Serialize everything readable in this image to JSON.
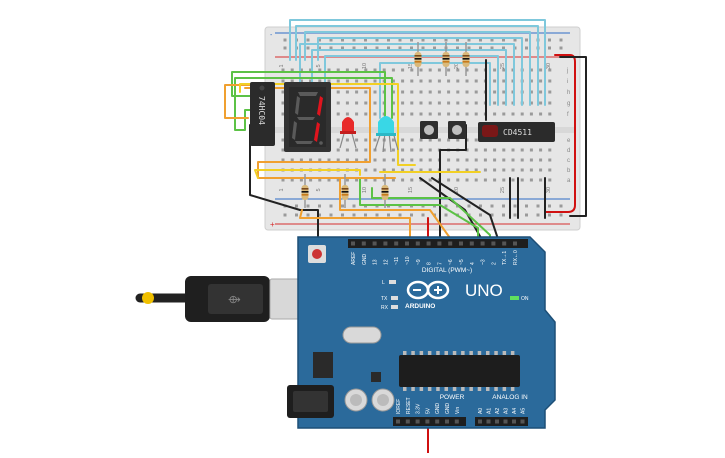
{
  "colors": {
    "breadboard": "#e6e6e6",
    "rail_red": "#d62d2d",
    "rail_blue": "#2f6cc7",
    "arduino": "#2b6a9b",
    "arduino_edge": "#1d4f77",
    "ic": "#2b2b2b",
    "seg_on": "#e0141e",
    "led_red": "#e82a2a",
    "led_cyan": "#39d7e6",
    "wire_lightblue": "#7fc8dc",
    "wire_orange": "#f0a030",
    "wire_yellow": "#f2d024",
    "wire_green": "#5cc246",
    "wire_black": "#222222",
    "wire_red": "#d01010"
  },
  "breadboard": {
    "row_letters_top": [
      "j",
      "i",
      "h",
      "g",
      "f"
    ],
    "row_letters_bottom": [
      "e",
      "d",
      "c",
      "b",
      "a"
    ],
    "column_numbers": [
      "1",
      "5",
      "10",
      "15",
      "20",
      "25",
      "30"
    ],
    "plus": "+",
    "minus": "-"
  },
  "components": {
    "ic_left_label": "74HC04",
    "ic_right_label": "CD4511",
    "display_digit": "1"
  },
  "arduino": {
    "model": "UNO",
    "brand": "ARDUINO",
    "digital_label": "DIGITAL (PWM~)",
    "digital_pins": [
      "AREF",
      "GND",
      "13",
      "12",
      "~11",
      "~10",
      "~9",
      "8",
      "7",
      "~6",
      "~5",
      "4",
      "~3",
      "2",
      "TX→1",
      "RX←0"
    ],
    "power_label": "POWER",
    "power_pins": [
      "IOREF",
      "RESET",
      "3.3V",
      "5V",
      "GND",
      "GND",
      "Vin"
    ],
    "analog_label": "ANALOG IN",
    "analog_pins": [
      "A0",
      "A1",
      "A2",
      "A3",
      "A4",
      "A5"
    ],
    "led_l": "L",
    "led_tx": "TX",
    "led_rx": "RX",
    "led_on": "ON"
  }
}
